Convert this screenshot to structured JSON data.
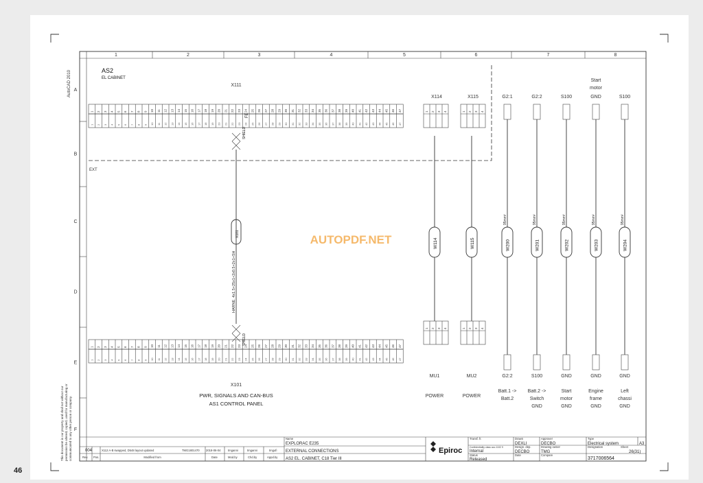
{
  "page_number": "46",
  "watermark": "AUTOPDF.NET",
  "side_note_top": "AutoCAD 2010",
  "side_note_bottom": [
    "This document is our property and shall not without our",
    "permission be altered, copied, used for manufacturing or",
    "communicated to any other person or company."
  ],
  "columns": [
    "1",
    "2",
    "3",
    "4",
    "5",
    "6",
    "7",
    "8"
  ],
  "rows": [
    "A",
    "B",
    "C",
    "D",
    "E",
    "F"
  ],
  "cabinet": {
    "name": "AS2",
    "label": "EL CABINET",
    "ext": "EXT"
  },
  "upper_strip": {
    "name": "X111",
    "marker": "FE"
  },
  "lower_strip": {
    "name": "X101",
    "desc_line1": "PWR, SIGNALS AND CAN-BUS",
    "desc_line2": "AS1 CONTROL PANEL",
    "shield": "SHIELD"
  },
  "main_cable": {
    "id": "X101",
    "desc": "HARNE. 4x1.5+25x1+2x0.5+2x1+SH"
  },
  "x114": {
    "name": "X114",
    "cable": "W114",
    "bottom": "MU1",
    "function": "POWER"
  },
  "x115": {
    "name": "X115",
    "cable": "W115",
    "bottom": "MU2",
    "function": "POWER"
  },
  "lines": [
    {
      "top": "G2:1",
      "cable": "W200",
      "size": "95mm²",
      "bottom": "G2:2",
      "desc": [
        "Batt.1 ->",
        "Batt.2"
      ]
    },
    {
      "top": "G2:2",
      "cable": "W201",
      "size": "95mm²",
      "bottom": "S100",
      "desc": [
        "Batt.2 ->",
        "Switch",
        "GND"
      ]
    },
    {
      "top": "S100",
      "cable": "W202",
      "size": "95mm²",
      "bottom": "GND",
      "desc": [
        "Start",
        "motor",
        "GND"
      ]
    },
    {
      "top": "GND",
      "top_desc": [
        "Start",
        "motor"
      ],
      "cable": "W203",
      "size": "95mm²",
      "bottom": "GND",
      "desc": [
        "Engine",
        "frame",
        "GND"
      ]
    },
    {
      "top": "S100",
      "cable": "W204",
      "size": "95mm²",
      "bottom": "GND",
      "desc": [
        "Left",
        "chassi",
        "GND"
      ]
    }
  ],
  "title_block": {
    "revision": {
      "rev": "004",
      "text": "X112 A-B swapped, D548 layout updated",
      "tmg": "TMG1801470",
      "date": "2018-06-04",
      "mod": "tmganni",
      "chd": "tmganni",
      "appd": "tmgufi"
    },
    "rev_headers": [
      "Rev.",
      "Pos.",
      "Modified from",
      "Date",
      "Mod.by",
      "Chd.by",
      "Appd.by"
    ],
    "name_label": "Name",
    "name_lines": [
      "EXPLORAC E235",
      "EXTERNAL CONNECTIONS",
      "AS2 EL. CABINET, C18 Tier III"
    ],
    "brand": "Epiroc",
    "transf_label": "Transf. fr.",
    "conf_label": "Confidentiality class acc.1102 9",
    "conf_value": "Internal",
    "status_label": "Status",
    "status_value": "Released",
    "drawn_label": "Drawn",
    "drawn_value": "DEXLI",
    "design_label": "Design. dep.",
    "design_value": "DECBO",
    "date_label": "Date",
    "approved_label": "Approver",
    "approved_value": "DECBO",
    "owner_label": "Drawing owner",
    "owner_value": "TMG",
    "compare_label": "Compare",
    "type_label": "Type",
    "type_value": "Electrical system",
    "size_value": "A3",
    "designation_label": "Designation",
    "sheet_label": "Sheet",
    "sheet_value": "26(31)",
    "designation_value": "3717006564"
  }
}
